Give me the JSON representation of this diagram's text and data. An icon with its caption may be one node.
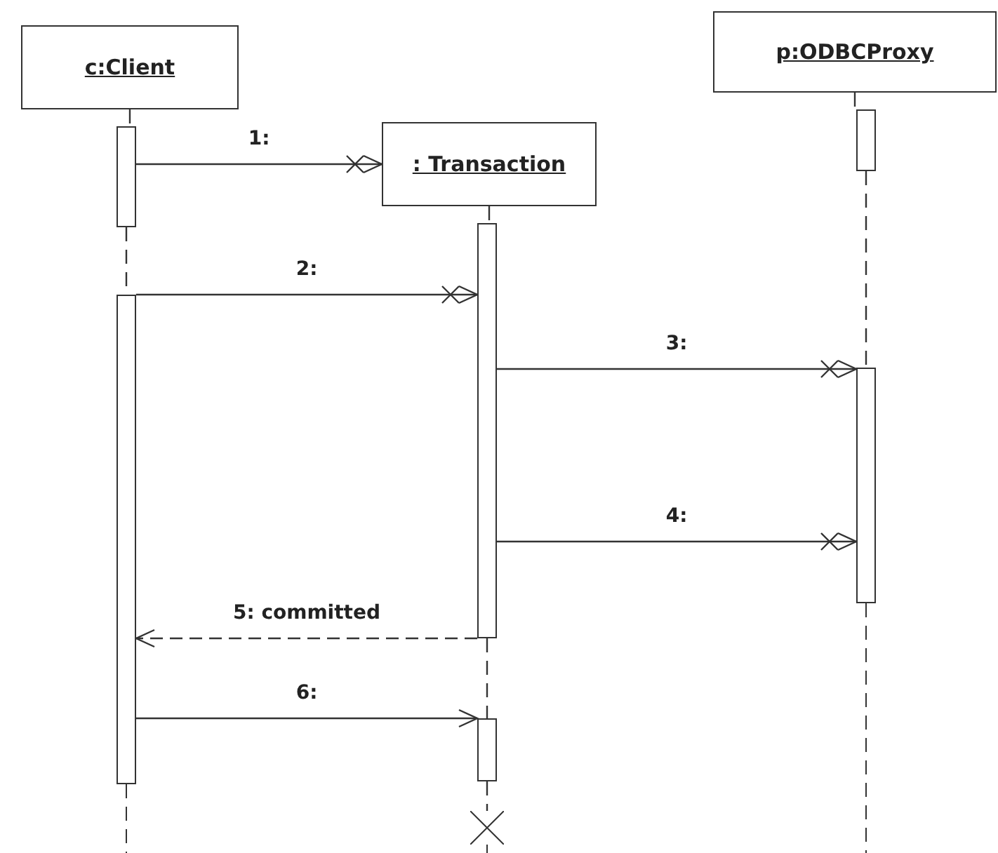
{
  "diagram": {
    "nodes": [
      {
        "text": [
          "c:Client"
        ]
      },
      {
        "text": [
          ": Transaction"
        ]
      },
      {
        "text": [
          "p:ODBCProxy"
        ]
      },
      {
        "text": [],
        "shape": "bar"
      },
      {
        "text": [],
        "shape": "bar"
      },
      {
        "text": [],
        "shape": "bar"
      },
      {
        "text": [],
        "shape": "bar"
      },
      {
        "text": [],
        "shape": "bar"
      },
      {
        "text": [],
        "shape": "bar"
      },
      {
        "text": [],
        "shape": "cross"
      }
    ],
    "edges": [
      {
        "from": 3,
        "to": 1,
        "arrow": "to",
        "label": "1:"
      },
      {
        "from": 4,
        "to": 5,
        "arrow": "to",
        "label": "2:"
      },
      {
        "from": 5,
        "to": 8,
        "arrow": "to",
        "label": "3:"
      },
      {
        "from": 5,
        "to": 8,
        "arrow": "to",
        "label": "4:"
      },
      {
        "from": 5,
        "to": 4,
        "arrow": "to",
        "label": "5: committed",
        "style": "dashed"
      },
      {
        "from": 4,
        "to": 6,
        "arrow": "to",
        "label": "6:"
      },
      {
        "from": 0,
        "to": 3,
        "arrow": "none",
        "style": "dashed"
      },
      {
        "from": 3,
        "to": 4,
        "arrow": "none",
        "style": "dashed"
      },
      {
        "from": 1,
        "to": 5,
        "arrow": "none",
        "style": "dashed"
      },
      {
        "from": 5,
        "to": 6,
        "arrow": "none",
        "style": "dashed"
      },
      {
        "from": 6,
        "to": 9,
        "arrow": "none",
        "style": "dashed"
      },
      {
        "from": 2,
        "to": 7,
        "arrow": "none",
        "style": "dashed"
      },
      {
        "from": 7,
        "to": 8,
        "arrow": "none",
        "style": "dashed"
      }
    ]
  }
}
